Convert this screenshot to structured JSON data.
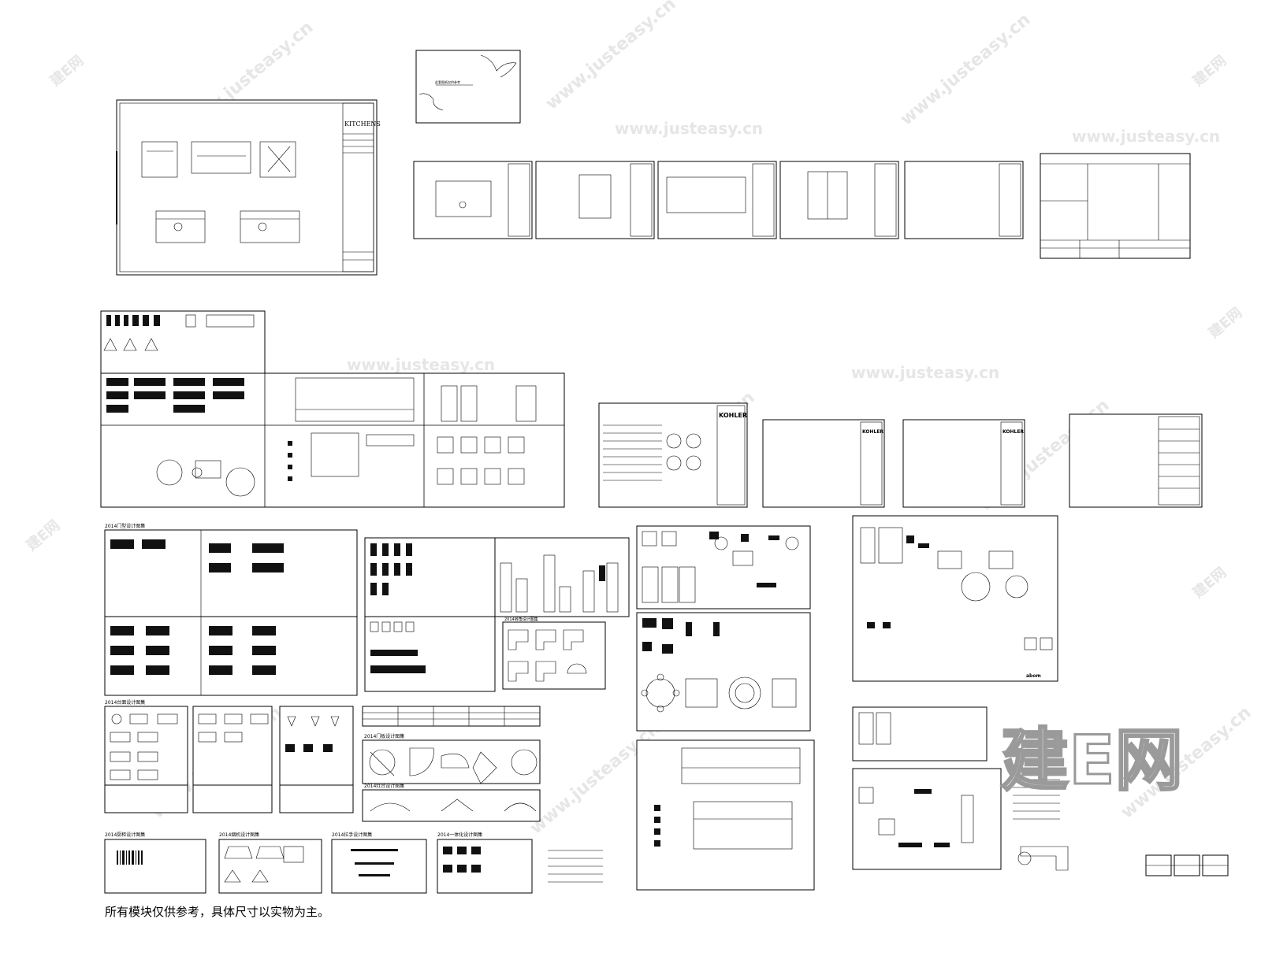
{
  "watermark": {
    "logo_text": "建E网",
    "url_text": "www.justeasy.cn",
    "brand_small": "建E网"
  },
  "sheets": {
    "kitchens_title": "KITCHENS",
    "kohler_logo": "KOHLER",
    "series_heading_1": "2014门型设计图集",
    "series_heading_2": "2014台面设计图集",
    "series_heading_3": "2014拉手设计图集",
    "series_heading_4": "2014门板设计图集",
    "series_heading_5": "2014转角设计图集",
    "series_heading_6": "2014灶台设计图集",
    "series_heading_7": "2014烟机设计图集",
    "series_heading_8": "2014一体化设计图集",
    "series_heading_9": "2014厨柜设计图集",
    "brand_mark": "abom",
    "footer_note": "所有模块仅供参考，具体尺寸以实物为主。",
    "cover_note": "此套图纸仅供参考"
  }
}
